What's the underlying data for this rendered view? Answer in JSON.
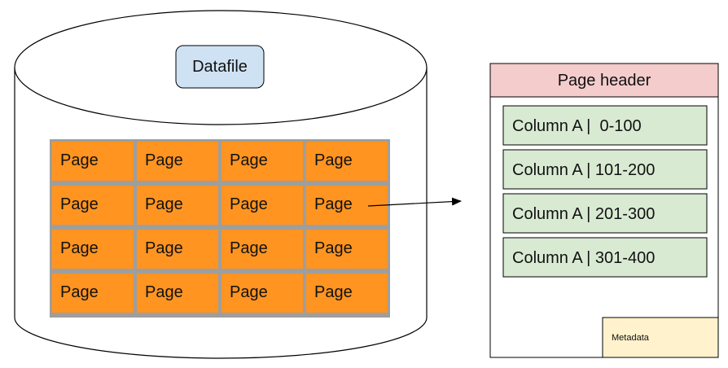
{
  "datafile": {
    "label": "Datafile",
    "grid": {
      "rows": [
        [
          "Page",
          "Page",
          "Page",
          "Page"
        ],
        [
          "Page",
          "Page",
          "Page",
          "Page"
        ],
        [
          "Page",
          "Page",
          "Page",
          "Page"
        ],
        [
          "Page",
          "Page",
          "Page",
          "Page"
        ]
      ]
    }
  },
  "page_detail": {
    "header": "Page header",
    "columns": [
      "Column A |  0-100",
      "Column A | 101-200",
      "Column A | 201-300",
      "Column A | 301-400"
    ],
    "metadata": "Metadata"
  },
  "colors": {
    "cylinder_fill": "#ffffff",
    "datafile_box": "#cfe2f3",
    "page_cell": "#ff9421",
    "grid_border": "#9e9e9e",
    "page_header": "#f4cccc",
    "column_box": "#d9ead3",
    "metadata_box": "#fff2cc",
    "stroke": "#000000"
  }
}
